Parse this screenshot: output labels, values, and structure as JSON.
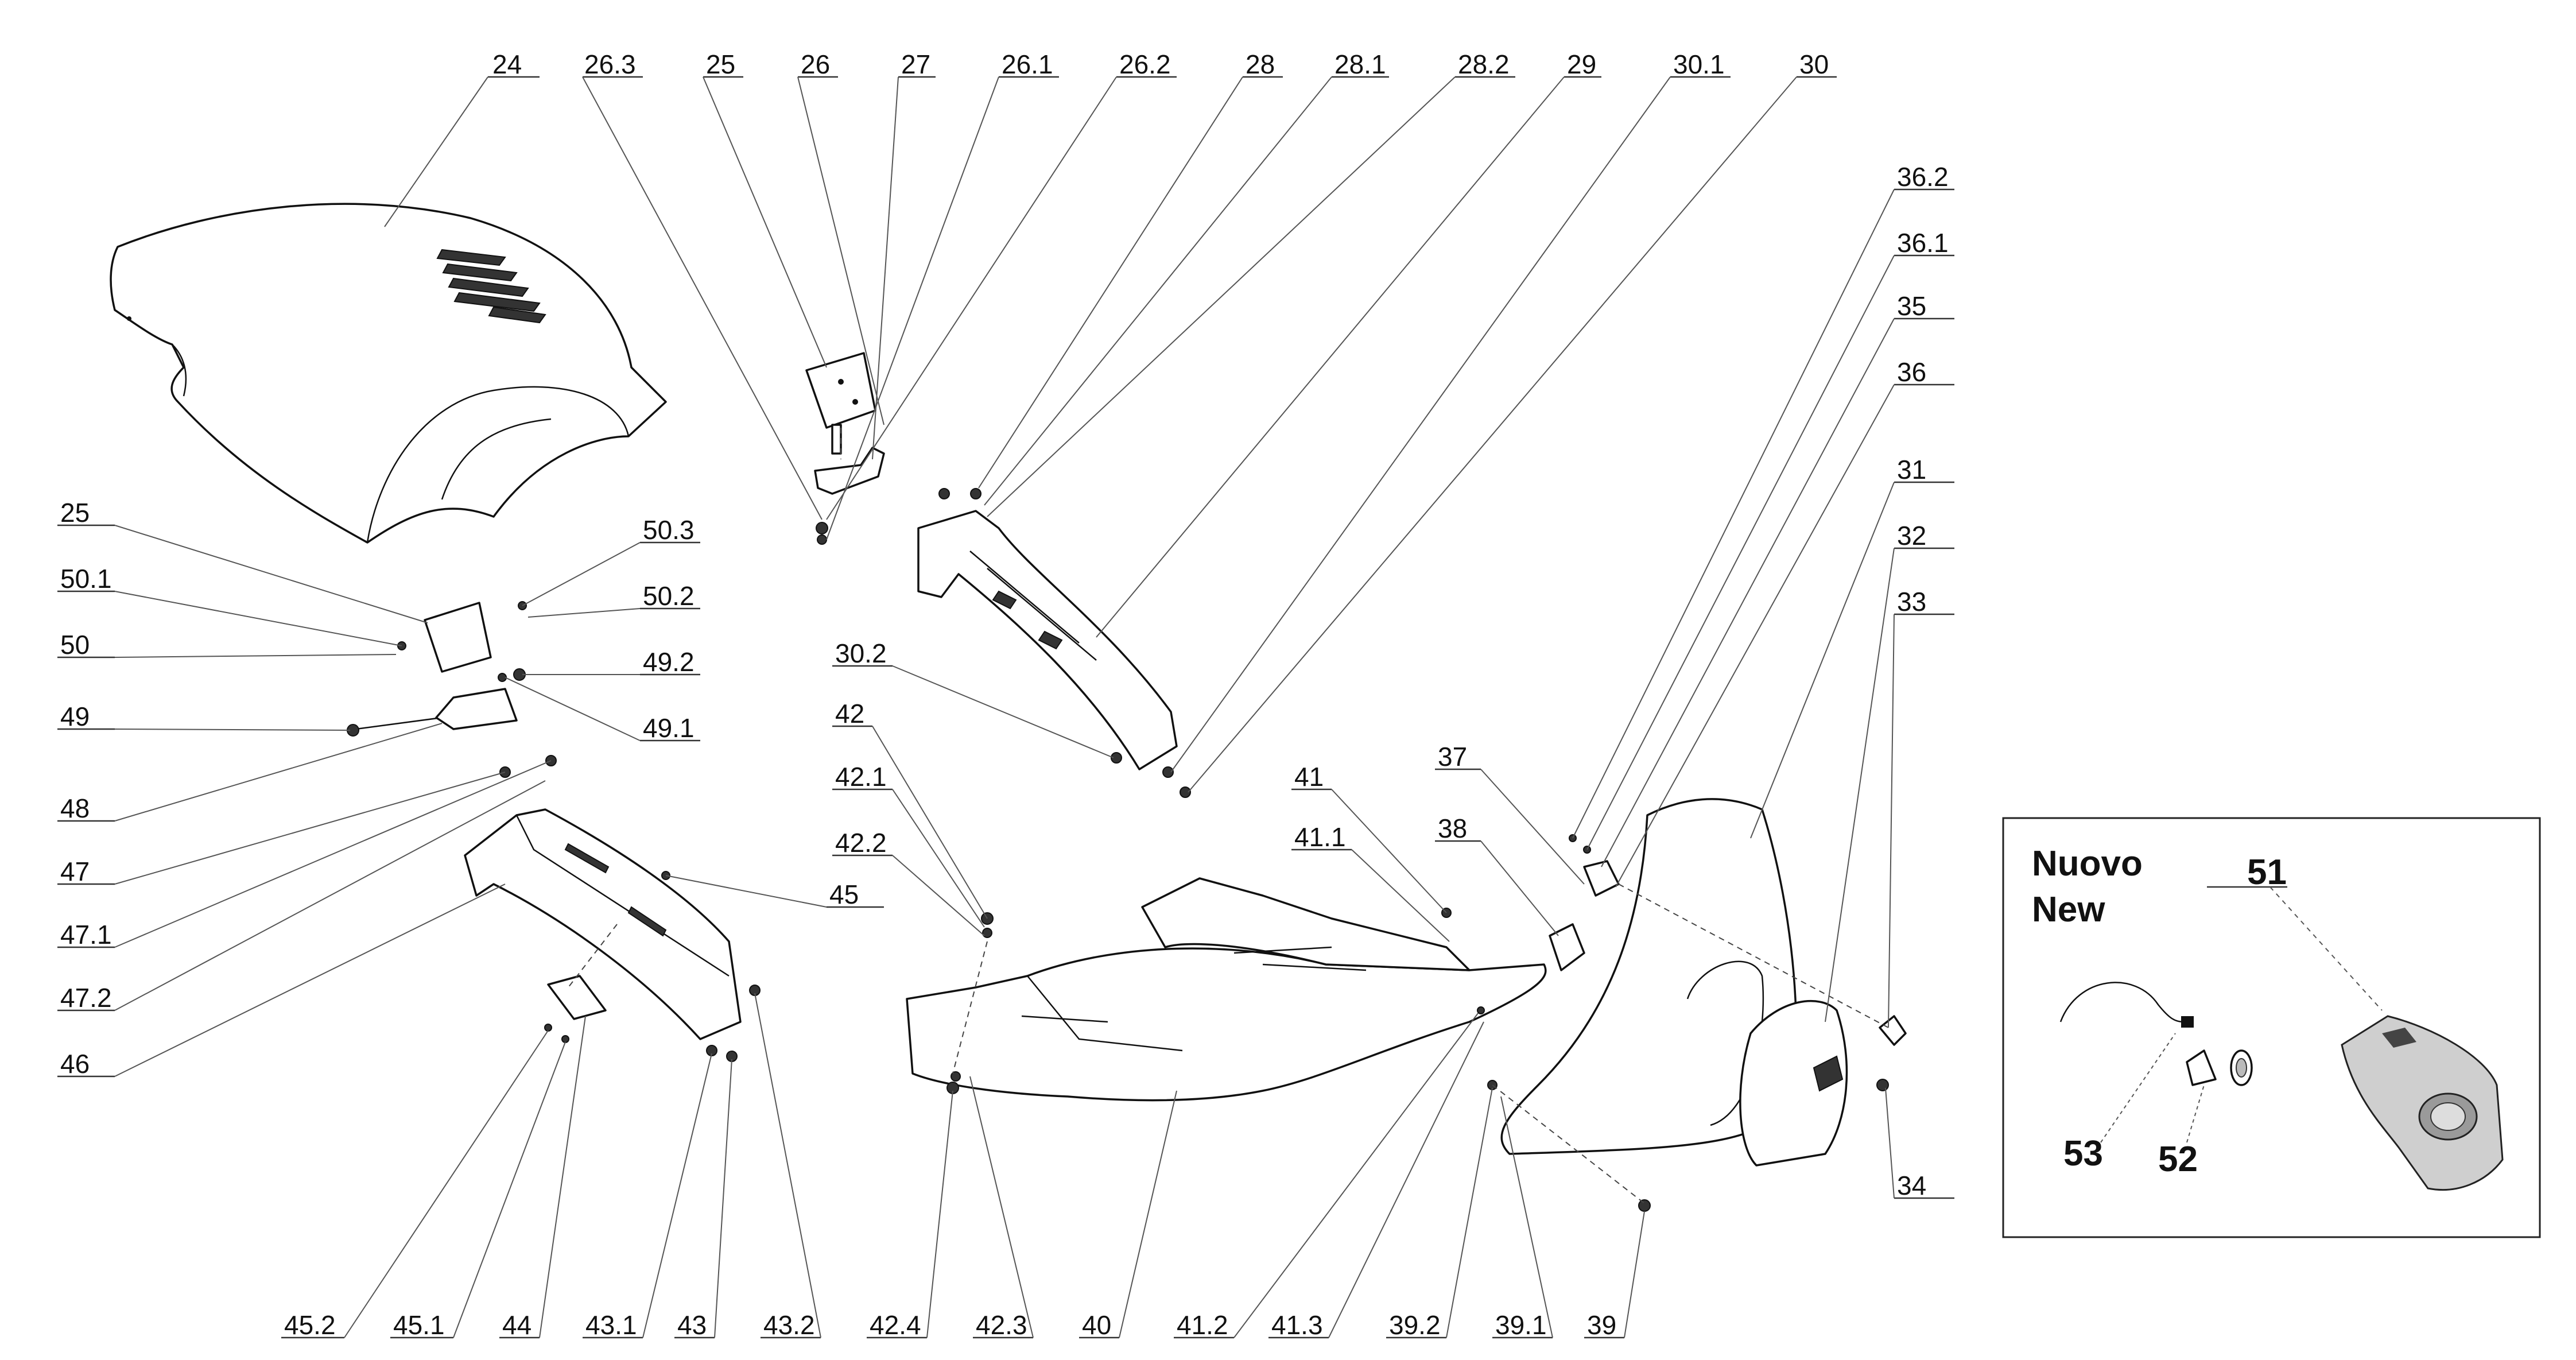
{
  "diagram": {
    "callouts_top": [
      "24",
      "26.3",
      "25",
      "26",
      "27",
      "26.1",
      "26.2",
      "28",
      "28.1",
      "28.2",
      "29",
      "30.1",
      "30"
    ],
    "callouts_right": [
      "36.2",
      "36.1",
      "35",
      "36",
      "31",
      "32",
      "33",
      "34"
    ],
    "callouts_left": [
      "25",
      "50.1",
      "50",
      "50.3",
      "50.2",
      "49.2",
      "49.1",
      "49",
      "48",
      "47",
      "47.1",
      "47.2",
      "46",
      "45"
    ],
    "callouts_middle": [
      "30.2",
      "42",
      "42.1",
      "42.2",
      "41",
      "41.1",
      "37",
      "38"
    ],
    "callouts_bottom": [
      "45.2",
      "45.1",
      "44",
      "43.1",
      "43",
      "43.2",
      "42.4",
      "42.3",
      "40",
      "41.2",
      "41.3",
      "39.2",
      "39.1",
      "39"
    ],
    "inset": {
      "title_it": "Nuovo",
      "title_en": "New",
      "labels": [
        "51",
        "53",
        "52"
      ]
    }
  }
}
